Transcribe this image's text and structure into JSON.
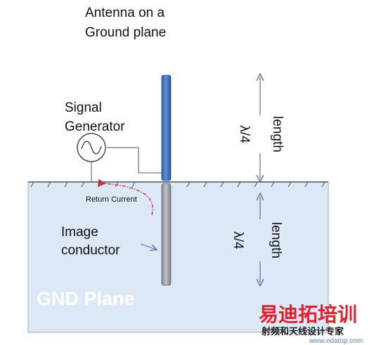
{
  "title": {
    "line1": "Antenna on a",
    "line2": "Ground plane"
  },
  "signal_generator": {
    "line1": "Signal",
    "line2": "Generator"
  },
  "upper_dimension": {
    "fraction": "λ/4",
    "word": "length"
  },
  "lower_dimension": {
    "fraction": "λ/4",
    "word": "length"
  },
  "return_current": "Return Current",
  "image_conductor": {
    "line1": "Image",
    "line2": "conductor"
  },
  "gnd_plane": "GND Plane",
  "watermark": {
    "main": "易迪拓培训",
    "sub": "射频和天线设计专家",
    "url": "www.edatop.com"
  },
  "colors": {
    "antenna": "#3a6fbf",
    "ground_fill": "#dce8f5",
    "image_conductor": "#9fa3a9",
    "return_current": "#d22c2c",
    "dimension_arrow": "#5a6fa0",
    "watermark_red": "#e2202a"
  }
}
